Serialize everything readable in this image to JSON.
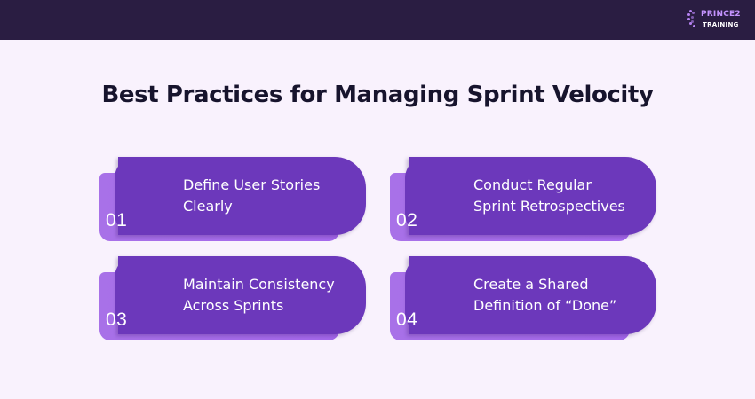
{
  "brand": {
    "line1": "PRINCE2",
    "line2": "TRAINING",
    "colors": {
      "header": "#2a1d42",
      "primary": "#6c38bb",
      "accent": "#a871e8",
      "background": "#f9f2fd"
    }
  },
  "title": "Best Practices for Managing Sprint Velocity",
  "cards": [
    {
      "number": "01",
      "line1": "Define User Stories",
      "line2": "Clearly"
    },
    {
      "number": "02",
      "line1": "Conduct Regular",
      "line2": "Sprint Retrospectives"
    },
    {
      "number": "03",
      "line1": "Maintain Consistency",
      "line2": "Across Sprints"
    },
    {
      "number": "04",
      "line1": "Create a Shared",
      "line2": "Definition of “Done”"
    }
  ]
}
